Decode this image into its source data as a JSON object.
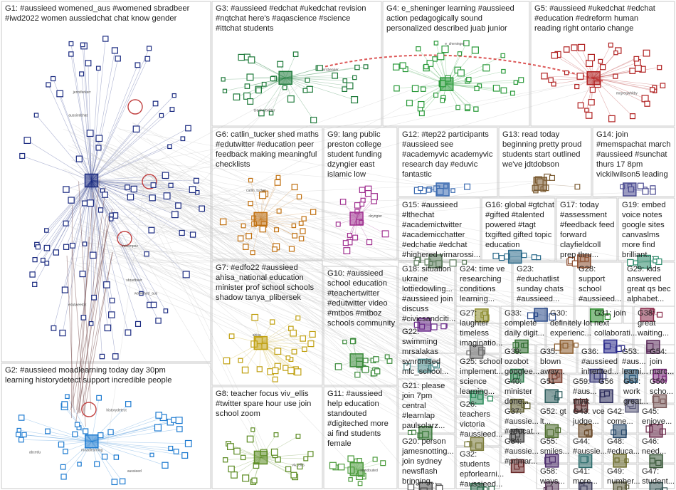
{
  "colors": {
    "background": "#ffffff",
    "edge_light": "#c8c8c8",
    "edge_dark": "#7a5050",
    "edge_red": "#d02020",
    "cell_border": "#c8c8c8",
    "text": "#222222"
  },
  "groups": [
    {
      "id": "G1",
      "lines": [
        "G1: #aussieed womened_aus #womened sbradbeer",
        "#iwd2022 women aussiedchat chat know gender"
      ],
      "nodes": 95,
      "color": "#1a2a80"
    },
    {
      "id": "G2",
      "lines": [
        "G2: #aussieed moadlearning today day 30pm",
        "learning historydetect support incredible people"
      ],
      "nodes": 40,
      "color": "#1c7ad0"
    },
    {
      "id": "G3",
      "lines": [
        "G3: #aussieed #edchat #ukedchat revision",
        "#nqtchat here's #aqascience #science",
        "#ittchat students"
      ],
      "nodes": 35,
      "color": "#1e7a3a"
    },
    {
      "id": "G4",
      "lines": [
        "G4: e_sheninger learning #aussieed",
        "action pedagogically sound",
        "personalized described juab junior"
      ],
      "nodes": 45,
      "color": "#2a9a3a"
    },
    {
      "id": "G5",
      "lines": [
        "G5: #aussieed #ukedchat #edchat",
        "#education #edreform human",
        "reading right ontario change"
      ],
      "nodes": 40,
      "color": "#b02020"
    },
    {
      "id": "G6",
      "lines": [
        "G6: catlin_tucker shed maths",
        "#edutwitter #education peer",
        "feedback making meaningful",
        "checklists"
      ],
      "nodes": 30,
      "color": "#c07010"
    },
    {
      "id": "G7",
      "lines": [
        "G7: #edfo22 #aussieed",
        "ahisa_national education",
        "minister prof school schools",
        "shadow tanya_plibersek"
      ],
      "nodes": 30,
      "color": "#c0a010"
    },
    {
      "id": "G8",
      "lines": [
        "G8: teacher focus viv_ellis",
        "#twitter spare hour use join",
        "school zoom"
      ],
      "nodes": 25,
      "color": "#5a8a20"
    },
    {
      "id": "G9",
      "lines": [
        "G9: lang public",
        "preston college",
        "student funding",
        "dzyngier east",
        "islamic low"
      ],
      "nodes": 20,
      "color": "#a03090"
    },
    {
      "id": "G10",
      "lines": [
        "G10: #aussieed",
        "school education",
        "#teachertwitter",
        "#edutwitter video",
        "#mtbos #mtboz",
        "schools community"
      ],
      "nodes": 18,
      "color": "#3a8a3a"
    },
    {
      "id": "G11",
      "lines": [
        "G11: #aussieed",
        "help education",
        "standouted",
        "#digiteched more",
        "ai find students",
        "female"
      ],
      "nodes": 16,
      "color": "#4a9a3a"
    },
    {
      "id": "G12",
      "lines": [
        "G12: #tep22 participants",
        "#aussieed see",
        "#academyvic academyvic",
        "research day #eduvic",
        "fantastic"
      ],
      "nodes": 10,
      "color": "#3a6ab0"
    },
    {
      "id": "G13",
      "lines": [
        "G13: read today",
        "beginning pretty proud",
        "students start outlined",
        "we've jdtdobson"
      ],
      "nodes": 9,
      "color": "#7a5a30"
    },
    {
      "id": "G14",
      "lines": [
        "G14: join",
        "#memspachat march",
        "#aussieed #sunchat",
        "thurs 17 8pm",
        "vickilwilson5 leading"
      ],
      "nodes": 8,
      "color": "#4a4a90"
    },
    {
      "id": "G15",
      "lines": [
        "G15: #aussieed",
        "#lthechat",
        "#academictwitter",
        "#academicchatter",
        "#edchatie #edchat",
        "#highered virnarossi..."
      ],
      "nodes": 8,
      "color": "#5a7a5a"
    },
    {
      "id": "G16",
      "lines": [
        "G16: global #gtchat",
        "#gifted #talented",
        "powered #tagt",
        "txgifted gifted topic",
        "education"
      ],
      "nodes": 6,
      "color": "#2a6a8a"
    },
    {
      "id": "G17",
      "lines": [
        "G17: today",
        "#assessment",
        "#feedback feed",
        "forward",
        "clayfieldcoll",
        "prep thru..."
      ],
      "nodes": 6,
      "color": "#8a4a2a"
    },
    {
      "id": "G19",
      "lines": [
        "G19: embed",
        "voice notes",
        "google sites",
        "canvaslms",
        "more find",
        "brilliant..."
      ],
      "nodes": 5,
      "color": "#2a8a6a"
    },
    {
      "id": "G18",
      "lines": [
        "G18: situation",
        "ukraine",
        "lottiedowling...",
        "#aussieed join",
        "discuss",
        "#civicsandciti..."
      ],
      "nodes": 5,
      "color": "#6a2a8a"
    },
    {
      "id": "G24",
      "lines": [
        "G24: time ve",
        "researching",
        "conditions",
        "learning..."
      ],
      "nodes": 3,
      "color": "#8a8a2a"
    },
    {
      "id": "G23",
      "lines": [
        "G23:",
        "#educhatlist",
        "sunday chats",
        "#aussieed..."
      ],
      "nodes": 3,
      "color": "#2a4a8a"
    },
    {
      "id": "G28",
      "lines": [
        "G28:",
        "support",
        "school",
        "#aussieed..."
      ],
      "nodes": 3,
      "color": "#2a8a2a"
    },
    {
      "id": "G29",
      "lines": [
        "G29: kids",
        "answered",
        "great qs bec",
        "alphabet..."
      ],
      "nodes": 3,
      "color": "#8a2a4a"
    },
    {
      "id": "G22",
      "lines": [
        "G22:",
        "swimming",
        "mrsalakas",
        "synronised",
        "mlc_school..."
      ],
      "nodes": 4,
      "color": "#4a8a8a"
    },
    {
      "id": "G27",
      "lines": [
        "G27:",
        "laughter",
        "timeless",
        "imaginatio..."
      ],
      "nodes": 3,
      "color": "#6a6a6a"
    },
    {
      "id": "G33",
      "lines": [
        "G33:",
        "complete",
        "daily digit..."
      ],
      "nodes": 3,
      "color": "#2a6a2a"
    },
    {
      "id": "G30",
      "lines": [
        "G30:",
        "definitely lot",
        "experienc..."
      ],
      "nodes": 3,
      "color": "#8a5a2a"
    },
    {
      "id": "G31",
      "lines": [
        "G31: join",
        "next",
        "collaborati..."
      ],
      "nodes": 3,
      "color": "#2a2a8a"
    },
    {
      "id": "G38",
      "lines": [
        "G38:",
        "great",
        "waiting..."
      ],
      "nodes": 2,
      "color": "#5a2a5a"
    },
    {
      "id": "G39",
      "lines": [
        "G39:",
        "ozobot",
        "googlee..."
      ],
      "nodes": 2,
      "color": "#2a7a4a"
    },
    {
      "id": "G35",
      "lines": [
        "G35:",
        "blown",
        "away..."
      ],
      "nodes": 2,
      "color": "#7a3a2a"
    },
    {
      "id": "G36",
      "lines": [
        "G36:",
        "#aussieed",
        "inherited..."
      ],
      "nodes": 2,
      "color": "#3a3a7a"
    },
    {
      "id": "G53",
      "lines": [
        "G53:",
        "#aus...",
        "learni..."
      ],
      "nodes": 2,
      "color": "#2a5a7a"
    },
    {
      "id": "G54",
      "lines": [
        "G54:",
        "join",
        "marc..."
      ],
      "nodes": 2,
      "color": "#7a2a7a"
    },
    {
      "id": "G25",
      "lines": [
        "G25: school",
        "implement...",
        "science",
        "learning..."
      ],
      "nodes": 3,
      "color": "#2a8a5a"
    },
    {
      "id": "G40",
      "lines": [
        "G40:",
        "minister",
        "done..."
      ],
      "nodes": 2,
      "color": "#5a5a2a"
    },
    {
      "id": "G51",
      "lines": [
        "G51"
      ],
      "nodes": 2,
      "color": "#2a5a5a"
    },
    {
      "id": "G59",
      "lines": [
        "G59:",
        "#aus...",
        "think"
      ],
      "nodes": 2,
      "color": "#5a2a2a"
    },
    {
      "id": "G56",
      "lines": [
        "G56"
      ],
      "nodes": 2,
      "color": "#2a2a5a"
    },
    {
      "id": "G57",
      "lines": [
        "G57:",
        "work",
        "great..."
      ],
      "nodes": 2,
      "color": "#5a5a7a"
    },
    {
      "id": "G50",
      "lines": [
        "G50:",
        "scho..."
      ],
      "nodes": 2,
      "color": "#7a5a5a"
    },
    {
      "id": "G21",
      "lines": [
        "G21: please",
        "join 7pm",
        "central",
        "#learnlap",
        "paulsolarz..."
      ],
      "nodes": 4,
      "color": "#3a7a3a"
    },
    {
      "id": "G26",
      "lines": [
        "G26:",
        "teachers",
        "victoria",
        "#aussieed..."
      ],
      "nodes": 3,
      "color": "#7a7a3a"
    },
    {
      "id": "G37",
      "lines": [
        "G37:",
        "#aussie...",
        "#educat..."
      ],
      "nodes": 2,
      "color": "#3a3a3a"
    },
    {
      "id": "G52",
      "lines": [
        "G52: gt",
        "lt..."
      ],
      "nodes": 2,
      "color": "#4a6a2a"
    },
    {
      "id": "G43",
      "lines": [
        "G43: vce",
        "judge..."
      ],
      "nodes": 2,
      "color": "#6a4a2a"
    },
    {
      "id": "G42",
      "lines": [
        "G42:",
        "come..."
      ],
      "nodes": 2,
      "color": "#2a4a6a"
    },
    {
      "id": "G45",
      "lines": [
        "G45:",
        "enjoye..."
      ],
      "nodes": 2,
      "color": "#6a2a4a"
    },
    {
      "id": "G20",
      "lines": [
        "G20: person",
        "jamesnotting...",
        "join sydney",
        "newsflash",
        "bringing..."
      ],
      "nodes": 4,
      "color": "#4a4a4a"
    },
    {
      "id": "G32",
      "lines": [
        "G32:",
        "students",
        "epforlearni...",
        "#aussieed..."
      ],
      "nodes": 3,
      "color": "#2a6a4a"
    },
    {
      "id": "G34",
      "lines": [
        "G34:",
        "#aussie...",
        "#primar..."
      ],
      "nodes": 2,
      "color": "#6a2a2a"
    },
    {
      "id": "G55",
      "lines": [
        "G55:",
        "smiles..."
      ],
      "nodes": 2,
      "color": "#4a2a6a"
    },
    {
      "id": "G44",
      "lines": [
        "G44:",
        "#aussie..."
      ],
      "nodes": 2,
      "color": "#2a6a6a"
    },
    {
      "id": "G48",
      "lines": [
        "G48:",
        "#educa..."
      ],
      "nodes": 2,
      "color": "#6a6a2a"
    },
    {
      "id": "G46",
      "lines": [
        "G46:",
        "need..."
      ],
      "nodes": 2,
      "color": "#3a5a3a"
    },
    {
      "id": "G58",
      "lines": [
        "G58:",
        "ways..."
      ],
      "nodes": 2,
      "color": "#5a3a5a"
    },
    {
      "id": "G41",
      "lines": [
        "G41:",
        "more..."
      ],
      "nodes": 2,
      "color": "#3a3a5a"
    },
    {
      "id": "G49",
      "lines": [
        "G49:",
        "number..."
      ],
      "nodes": 2,
      "color": "#5a5a3a"
    },
    {
      "id": "G47",
      "lines": [
        "G47:",
        "student..."
      ],
      "nodes": 2,
      "color": "#3a5a5a"
    }
  ],
  "node_labels": {
    "G1": [
      "womened_aus",
      "sbradbeer",
      "aussiedchat",
      "jenniferkerr",
      "edutweetoz",
      "mrkempnz"
    ],
    "G2": [
      "moadlearning",
      "historydetect",
      "aussieed",
      "abcedu"
    ],
    "G3": [
      "mrsbeaker",
      "teachertwitter"
    ],
    "G4": [
      "e_sheninger"
    ],
    "G5": [
      "mrgregwhitby"
    ],
    "G6": [
      "catlin_tucker"
    ],
    "G7": [
      "ahisa"
    ],
    "G8": [
      "viv_ellis"
    ],
    "G9": [
      "dzyngier"
    ],
    "G11": [
      "standouted"
    ]
  }
}
